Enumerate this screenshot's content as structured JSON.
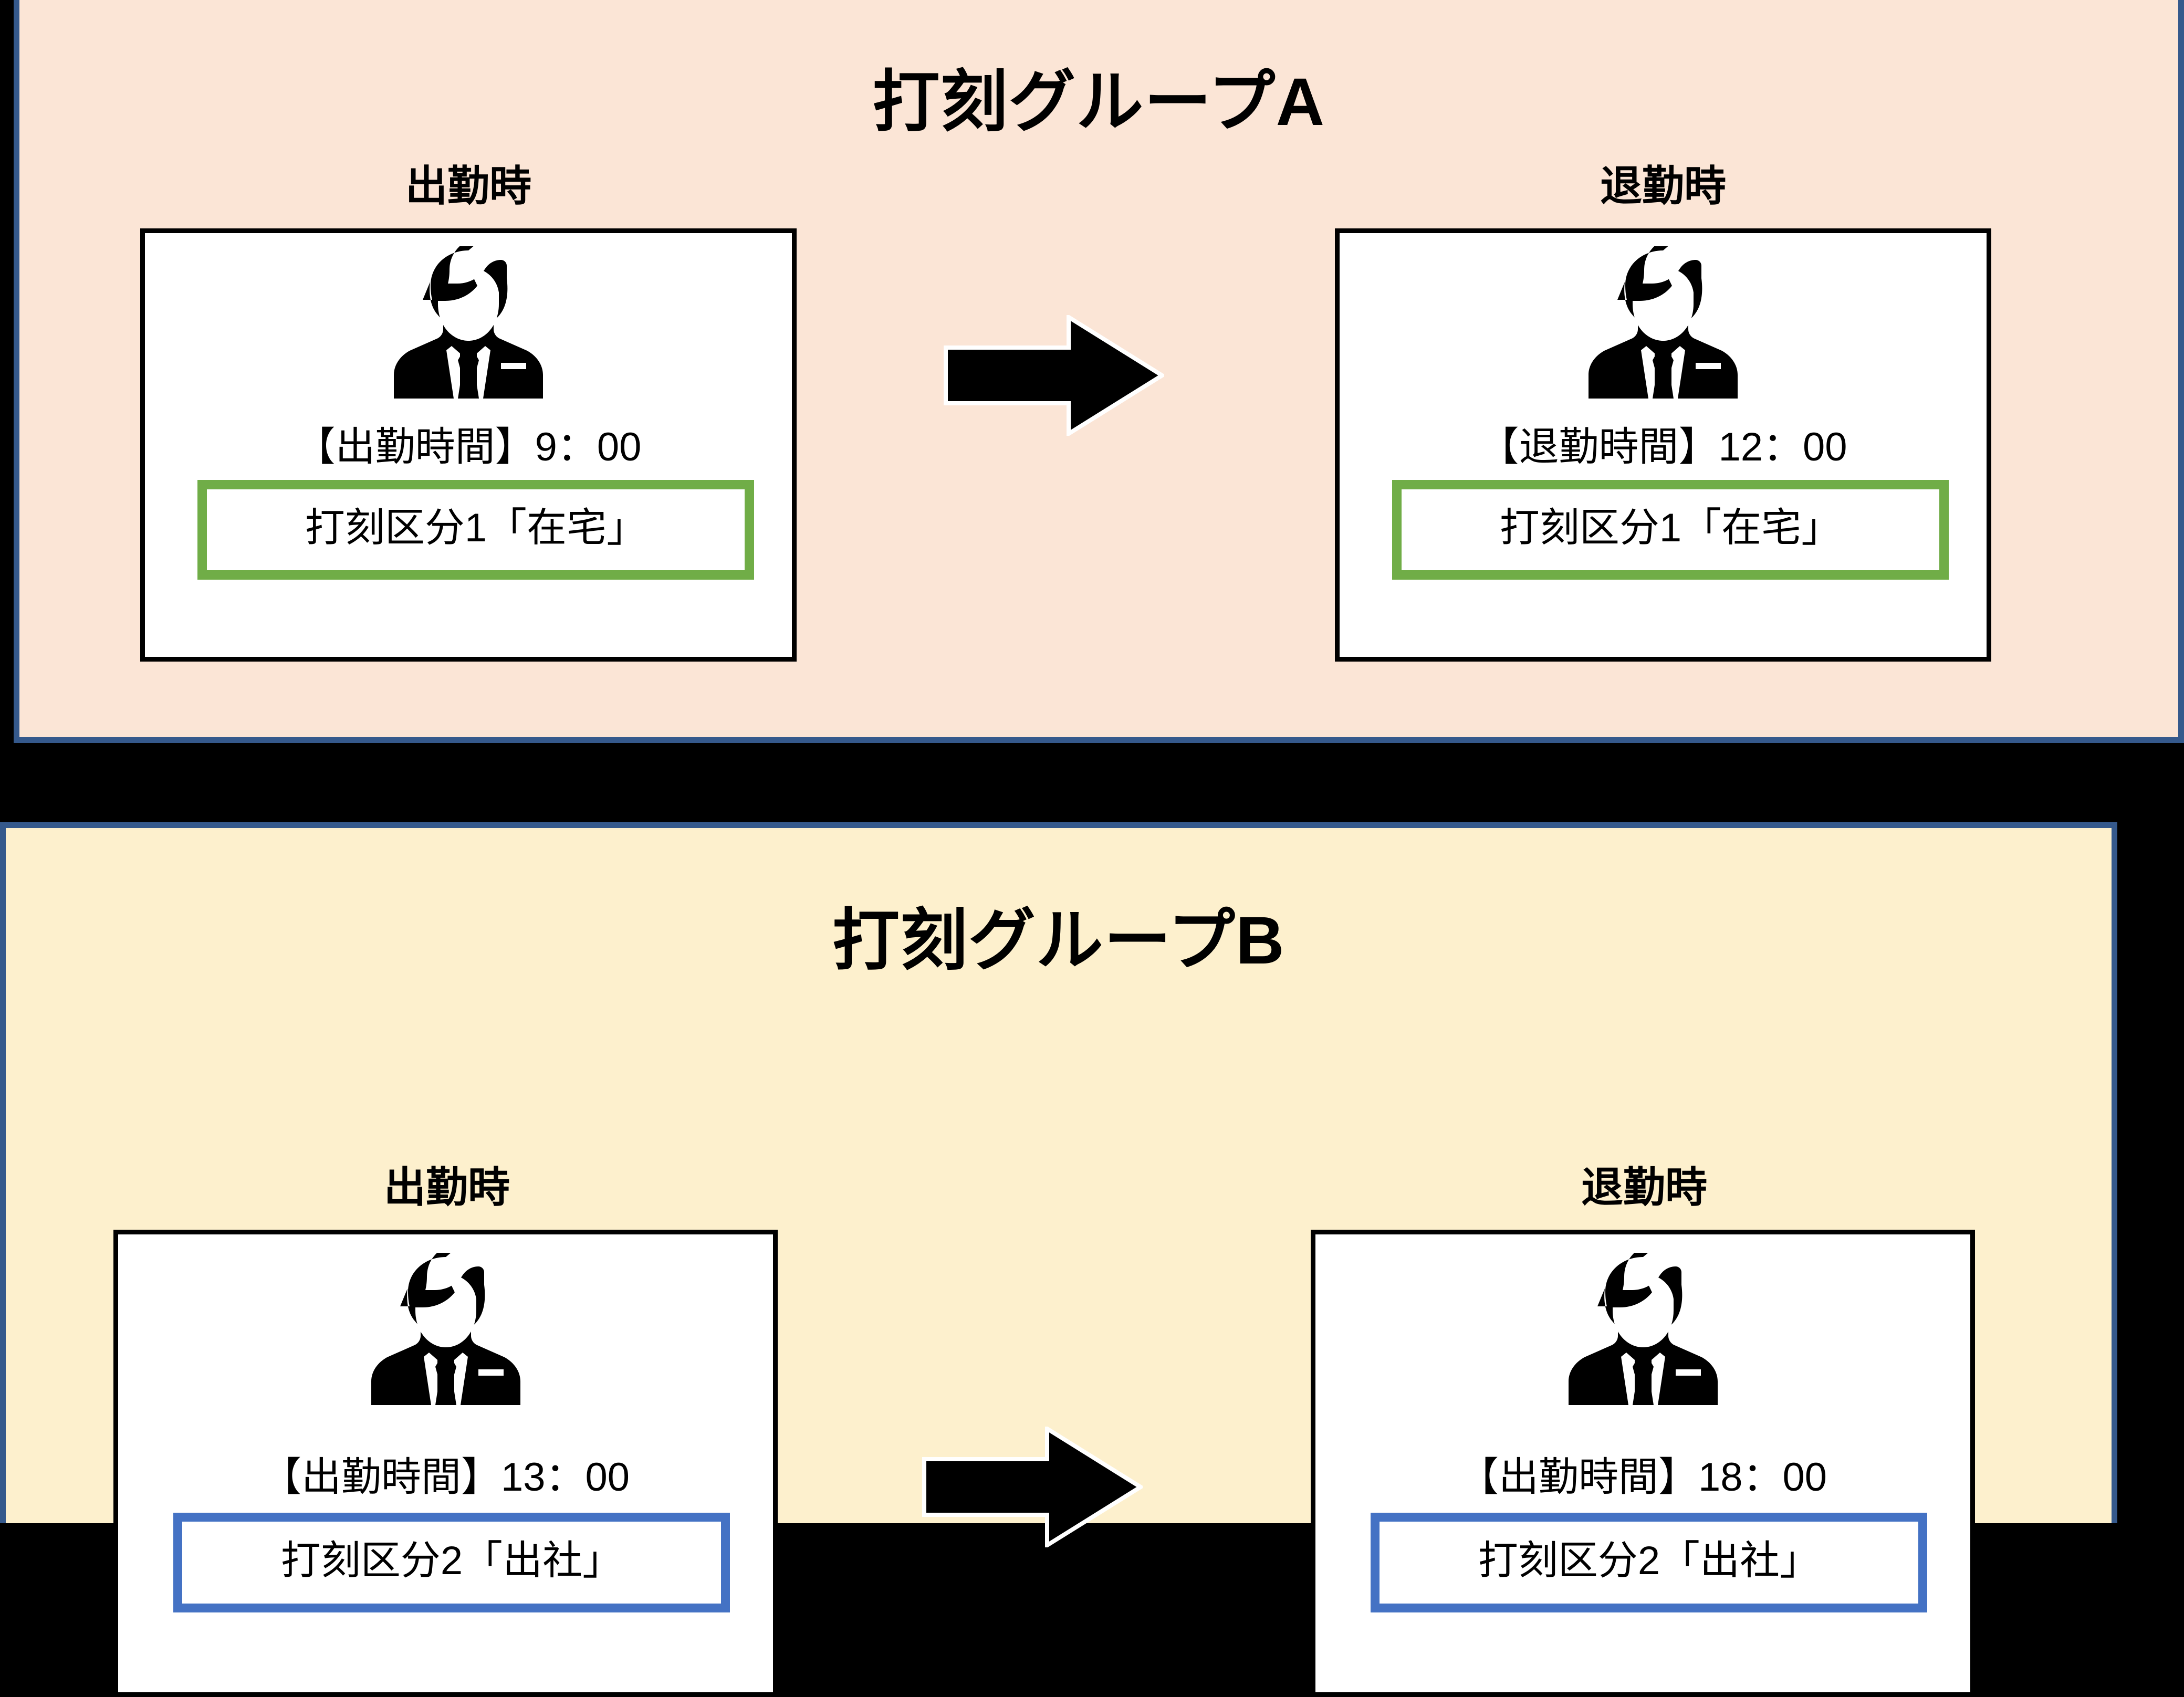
{
  "page": {
    "background_color": "#000000",
    "panel_border_color": "#35598c"
  },
  "groups": [
    {
      "id": "group-a",
      "title": "打刻グループA",
      "background_color": "#fbe5d6",
      "accent_color": "#70ad47",
      "arrow_icon": "right-arrow-icon",
      "cards": [
        {
          "label": "出勤時",
          "avatar_icon": "businessman-avatar-icon",
          "time_text": "【出勤時間】9：00",
          "kubun_text": "打刻区分1「在宅」",
          "kubun_border_color": "#70ad47"
        },
        {
          "label": "退勤時",
          "avatar_icon": "businessman-avatar-icon",
          "time_text": "【退勤時間】12：00",
          "kubun_text": "打刻区分1「在宅」",
          "kubun_border_color": "#70ad47"
        }
      ]
    },
    {
      "id": "group-b",
      "title": "打刻グループB",
      "background_color": "#fdf0cd",
      "accent_color": "#4472c4",
      "arrow_icon": "right-arrow-icon",
      "cards": [
        {
          "label": "出勤時",
          "avatar_icon": "businessman-avatar-icon",
          "time_text": "【出勤時間】13：00",
          "kubun_text": "打刻区分2「出社」",
          "kubun_border_color": "#4472c4"
        },
        {
          "label": "退勤時",
          "avatar_icon": "businessman-avatar-icon",
          "time_text": "【出勤時間】18：00",
          "kubun_text": "打刻区分2「出社」",
          "kubun_border_color": "#4472c4"
        }
      ]
    }
  ]
}
